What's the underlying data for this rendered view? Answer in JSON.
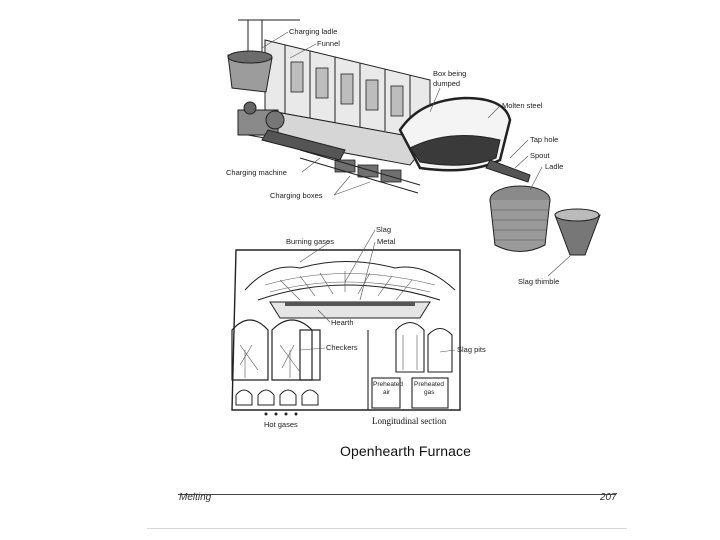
{
  "figure": {
    "top_labels": {
      "charging_ladle": "Charging ladle",
      "funnel": "Funnel",
      "box_being_dumped": [
        "Box being",
        "dumped"
      ],
      "molten_steel": "Molten steel",
      "tap_hole": "Tap hole",
      "spout": "Spout",
      "ladle": "Ladle",
      "charging_machine": "Charging machine",
      "charging_boxes": "Charging boxes",
      "slag_thimble": "Slag thimble"
    },
    "section_labels": {
      "slag": "Slag",
      "burning_gases": "Burning gases",
      "metal": "Metal",
      "hearth": "Hearth",
      "checkers": "Checkers",
      "slag_pits": "Slag pits",
      "preheated_air": [
        "Preheated",
        "air"
      ],
      "preheated_gas": [
        "Preheated",
        "gas"
      ],
      "hot_gases": "Hot gases",
      "longitudinal_section": "Longitudinal section"
    },
    "title": "Openhearth Furnace"
  },
  "footer": {
    "chapter": "Melting",
    "page_number": "207"
  }
}
